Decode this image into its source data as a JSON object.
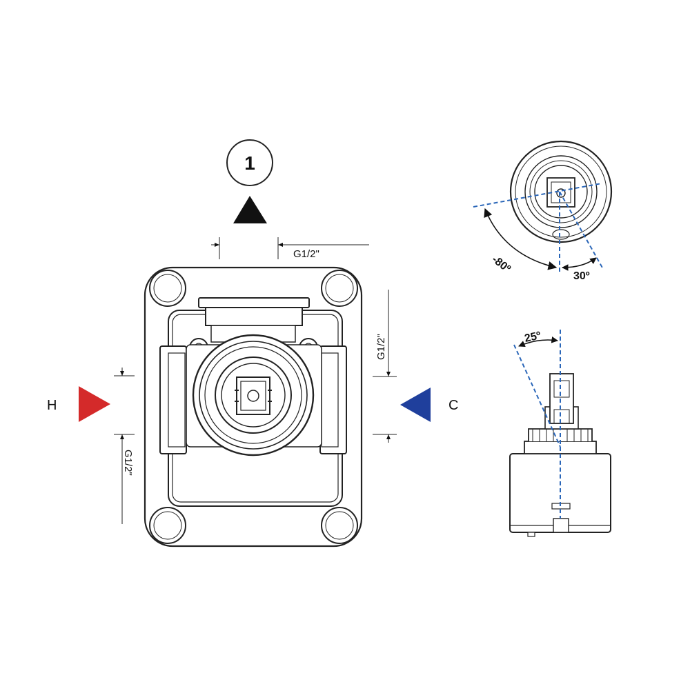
{
  "callout": {
    "number": "1"
  },
  "dimensions": {
    "top": "G1/2\"",
    "right": "G1/2\"",
    "left": "G1/2\""
  },
  "inlets": {
    "hot": {
      "label": "H",
      "color": "#d42a2a"
    },
    "cold": {
      "label": "C",
      "color": "#1f3f9c"
    }
  },
  "angles": {
    "rotation_left": "-80º",
    "rotation_right": "30º",
    "tilt": "25º"
  },
  "colors": {
    "line": "#222222",
    "guide": "#2a66b8"
  }
}
